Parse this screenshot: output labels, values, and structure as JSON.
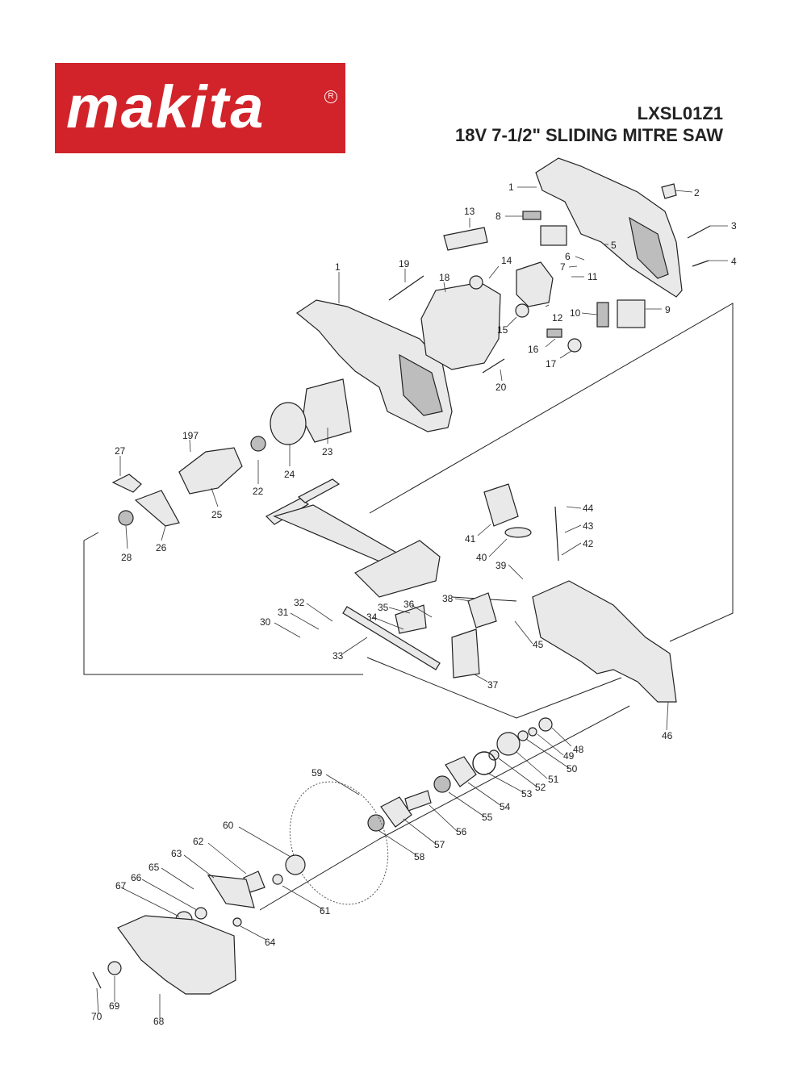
{
  "brand": {
    "name": "makita",
    "reg_mark": "R",
    "color": "#d2232a"
  },
  "header": {
    "model": "LXSL01Z1",
    "product": "18V 7-1/2\" SLIDING MITRE SAW"
  },
  "callouts": [
    {
      "id": "c1a",
      "label": "1"
    },
    {
      "id": "c2",
      "label": "2"
    },
    {
      "id": "c3",
      "label": "3"
    },
    {
      "id": "c4",
      "label": "4"
    },
    {
      "id": "c5",
      "label": "5"
    },
    {
      "id": "c6",
      "label": "6"
    },
    {
      "id": "c7",
      "label": "7"
    },
    {
      "id": "c8",
      "label": "8"
    },
    {
      "id": "c9",
      "label": "9"
    },
    {
      "id": "c10",
      "label": "10"
    },
    {
      "id": "c11",
      "label": "11"
    },
    {
      "id": "c12",
      "label": "12"
    },
    {
      "id": "c13",
      "label": "13"
    },
    {
      "id": "c14",
      "label": "14"
    },
    {
      "id": "c15",
      "label": "15"
    },
    {
      "id": "c16",
      "label": "16"
    },
    {
      "id": "c17",
      "label": "17"
    },
    {
      "id": "c18",
      "label": "18"
    },
    {
      "id": "c19",
      "label": "19"
    },
    {
      "id": "c1b",
      "label": "1"
    },
    {
      "id": "c20",
      "label": "20"
    },
    {
      "id": "c22",
      "label": "22"
    },
    {
      "id": "c23",
      "label": "23"
    },
    {
      "id": "c24",
      "label": "24"
    },
    {
      "id": "c25",
      "label": "25"
    },
    {
      "id": "c197",
      "label": "197"
    },
    {
      "id": "c26",
      "label": "26"
    },
    {
      "id": "c27",
      "label": "27"
    },
    {
      "id": "c28",
      "label": "28"
    },
    {
      "id": "c30",
      "label": "30"
    },
    {
      "id": "c31",
      "label": "31"
    },
    {
      "id": "c32",
      "label": "32"
    },
    {
      "id": "c33",
      "label": "33"
    },
    {
      "id": "c34",
      "label": "34"
    },
    {
      "id": "c35",
      "label": "35"
    },
    {
      "id": "c36",
      "label": "36"
    },
    {
      "id": "c37",
      "label": "37"
    },
    {
      "id": "c38",
      "label": "38"
    },
    {
      "id": "c39",
      "label": "39"
    },
    {
      "id": "c40",
      "label": "40"
    },
    {
      "id": "c41",
      "label": "41"
    },
    {
      "id": "c42",
      "label": "42"
    },
    {
      "id": "c43",
      "label": "43"
    },
    {
      "id": "c44",
      "label": "44"
    },
    {
      "id": "c45",
      "label": "45"
    },
    {
      "id": "c46",
      "label": "46"
    },
    {
      "id": "c48",
      "label": "48"
    },
    {
      "id": "c49",
      "label": "49"
    },
    {
      "id": "c50",
      "label": "50"
    },
    {
      "id": "c51",
      "label": "51"
    },
    {
      "id": "c52",
      "label": "52"
    },
    {
      "id": "c53",
      "label": "53"
    },
    {
      "id": "c54",
      "label": "54"
    },
    {
      "id": "c55",
      "label": "55"
    },
    {
      "id": "c56",
      "label": "56"
    },
    {
      "id": "c57",
      "label": "57"
    },
    {
      "id": "c58",
      "label": "58"
    },
    {
      "id": "c59",
      "label": "59"
    },
    {
      "id": "c60",
      "label": "60"
    },
    {
      "id": "c61",
      "label": "61"
    },
    {
      "id": "c62",
      "label": "62"
    },
    {
      "id": "c63",
      "label": "63"
    },
    {
      "id": "c64",
      "label": "64"
    },
    {
      "id": "c65",
      "label": "65"
    },
    {
      "id": "c66",
      "label": "66"
    },
    {
      "id": "c67",
      "label": "67"
    },
    {
      "id": "c68",
      "label": "68"
    },
    {
      "id": "c69",
      "label": "69"
    },
    {
      "id": "c70",
      "label": "70"
    }
  ]
}
